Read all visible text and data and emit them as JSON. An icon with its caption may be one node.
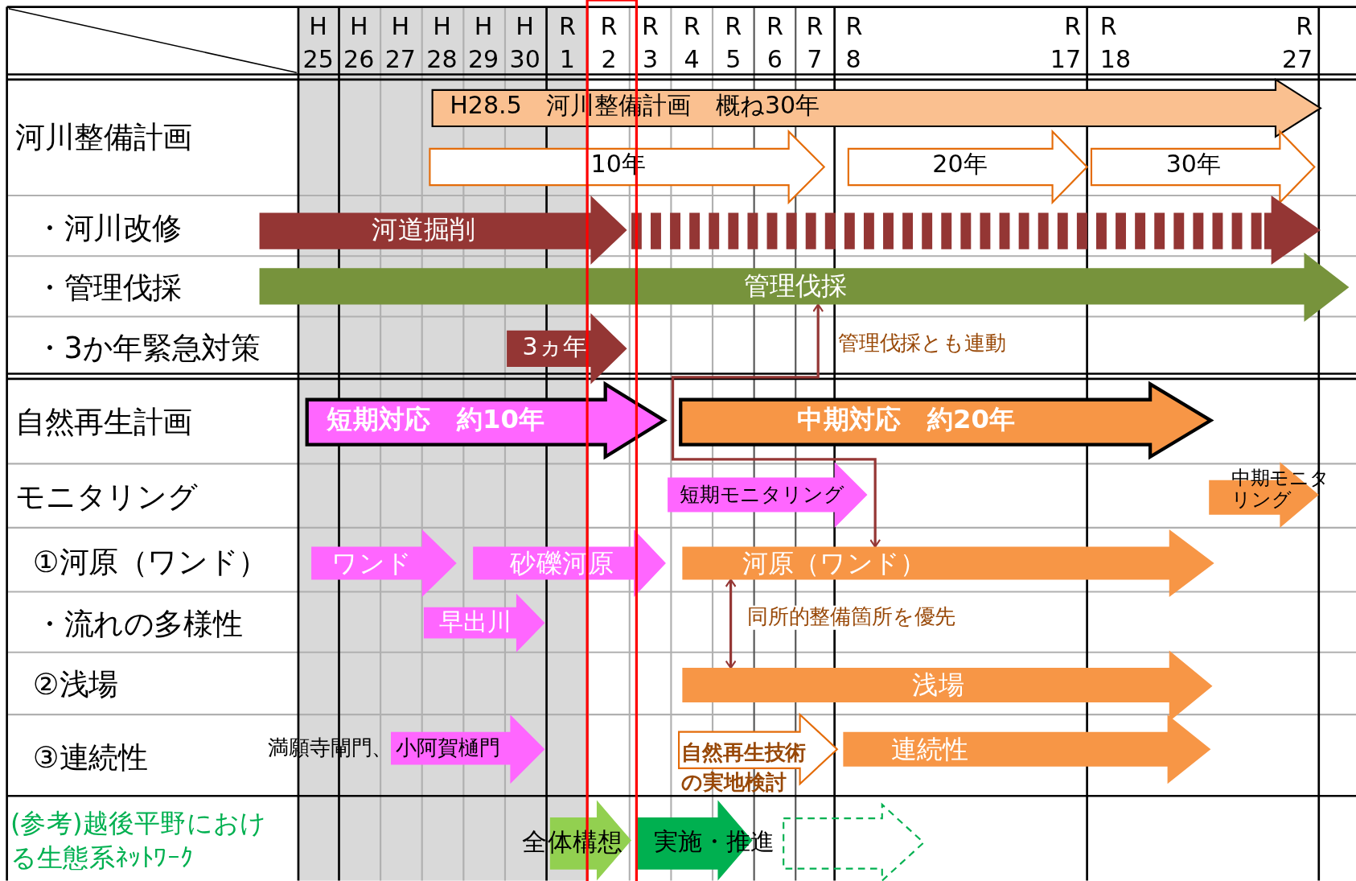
{
  "diagram": {
    "nodes": [
      {
        "text": [
          "H28.5　河川整備計画　概ね30年"
        ]
      },
      {
        "text": [
          "10年"
        ]
      },
      {
        "text": [
          "20年"
        ]
      },
      {
        "text": [
          "30年"
        ]
      },
      {
        "text": [
          "河道掘削"
        ]
      },
      {
        "text": [],
        "shape": "arrow"
      },
      {
        "text": [
          "管理伐採"
        ]
      },
      {
        "text": [
          "3ヵ年"
        ]
      },
      {
        "text": [
          "短期対応　約10年"
        ]
      },
      {
        "text": [
          "中期対応　約20年"
        ]
      },
      {
        "text": [
          "短期モニタリング"
        ]
      },
      {
        "text": [
          "中期モニタリング"
        ]
      },
      {
        "text": [
          "ワンド"
        ]
      },
      {
        "text": [
          "砂礫河原"
        ]
      },
      {
        "text": [
          "河原（ワンド）"
        ]
      },
      {
        "text": [
          "早出川"
        ]
      },
      {
        "text": [
          "浅場"
        ]
      },
      {
        "text": [
          "小阿賀樋門"
        ],
        "beside": [
          "満願寺閘門、"
        ]
      },
      {
        "text": [
          "自然再生技術の実地検討"
        ]
      },
      {
        "text": [
          "連続性"
        ]
      },
      {
        "text": [
          "全体構想"
        ]
      },
      {
        "text": [
          "実施・推進"
        ]
      },
      {
        "text": [],
        "shape": "arrow"
      }
    ],
    "edges": [
      {
        "from": 6,
        "to": 14,
        "arrow": "both",
        "label": "管理伐採とも連動"
      },
      {
        "from": 14,
        "to": 16,
        "arrow": "both",
        "label": "同所的整備箇所を優先"
      }
    ],
    "labels": [
      "H 25",
      "H 26",
      "H 27",
      "H 28",
      "H 29",
      "H 30",
      "R 1",
      "R 2",
      "R 3",
      "R 4",
      "R 5",
      "R 6",
      "R 7",
      "R 8",
      "R 17",
      "R 18",
      "R 27",
      "河川整備計画",
      "・河川改修",
      "・管理伐採",
      "・3か年緊急対策",
      "自然再生計画",
      "モニタリング",
      "①河原（ワンド）",
      "・流れの多様性",
      "②浅場",
      "③連続性",
      "(参考)越後平野における生態系ﾈｯﾄﾜｰｸ"
    ]
  }
}
